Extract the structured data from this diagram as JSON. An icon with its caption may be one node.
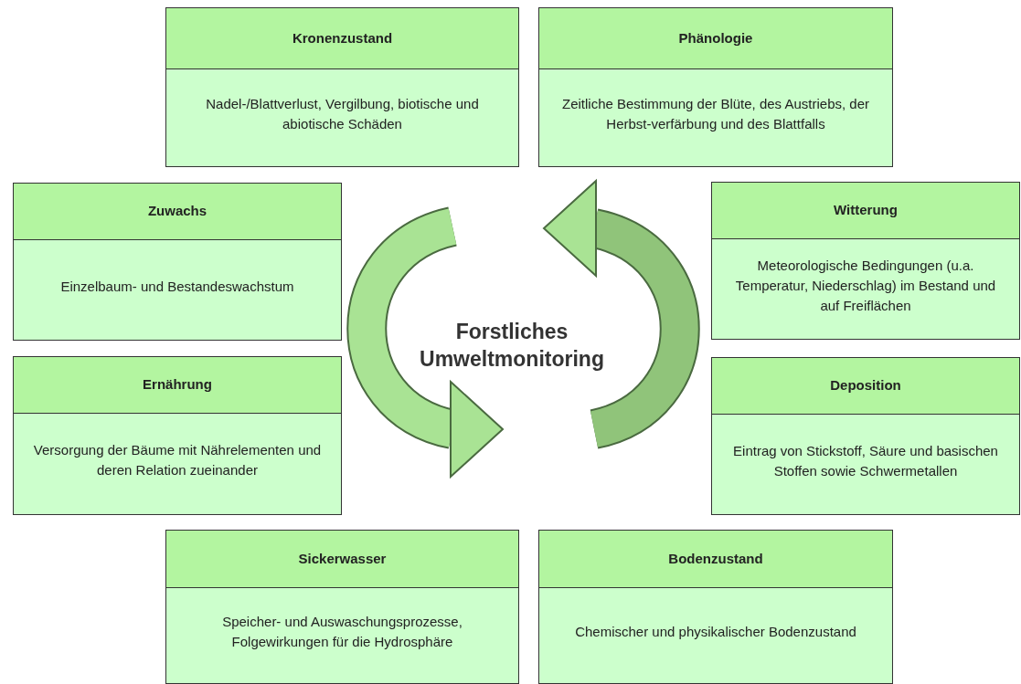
{
  "diagram": {
    "nodes": [
      {
        "text": [
          "Kronenzustand",
          "Nadel-/Blattverlust, Vergilbung, biotische und abiotische Schäden"
        ]
      },
      {
        "text": [
          "Phänologie",
          "Zeitliche Bestimmung der Blüte, des Austriebs, der Herbst-verfärbung und des Blattfalls"
        ]
      },
      {
        "text": [
          "Zuwachs",
          "Einzelbaum- und Bestandeswachstum"
        ]
      },
      {
        "text": [
          "Witterung",
          "Meteorologische Bedingungen (u.a. Temperatur, Niederschlag) im Bestand und auf Freiflächen"
        ]
      },
      {
        "text": [
          "Ernährung",
          "Versorgung der Bäume mit Nährelementen und deren Relation zueinander"
        ]
      },
      {
        "text": [
          "Deposition",
          "Eintrag von Stickstoff, Säure und basischen Stoffen sowie Schwermetallen"
        ]
      },
      {
        "text": [
          "Sickerwasser",
          "Speicher- und Auswaschungsprozesse, Folgewirkungen für die Hydrosphäre"
        ]
      },
      {
        "text": [
          "Bodenzustand",
          "Chemischer und physikalischer Bodenzustand"
        ]
      }
    ],
    "labels": [
      "Forstliches Umweltmonitoring"
    ]
  }
}
